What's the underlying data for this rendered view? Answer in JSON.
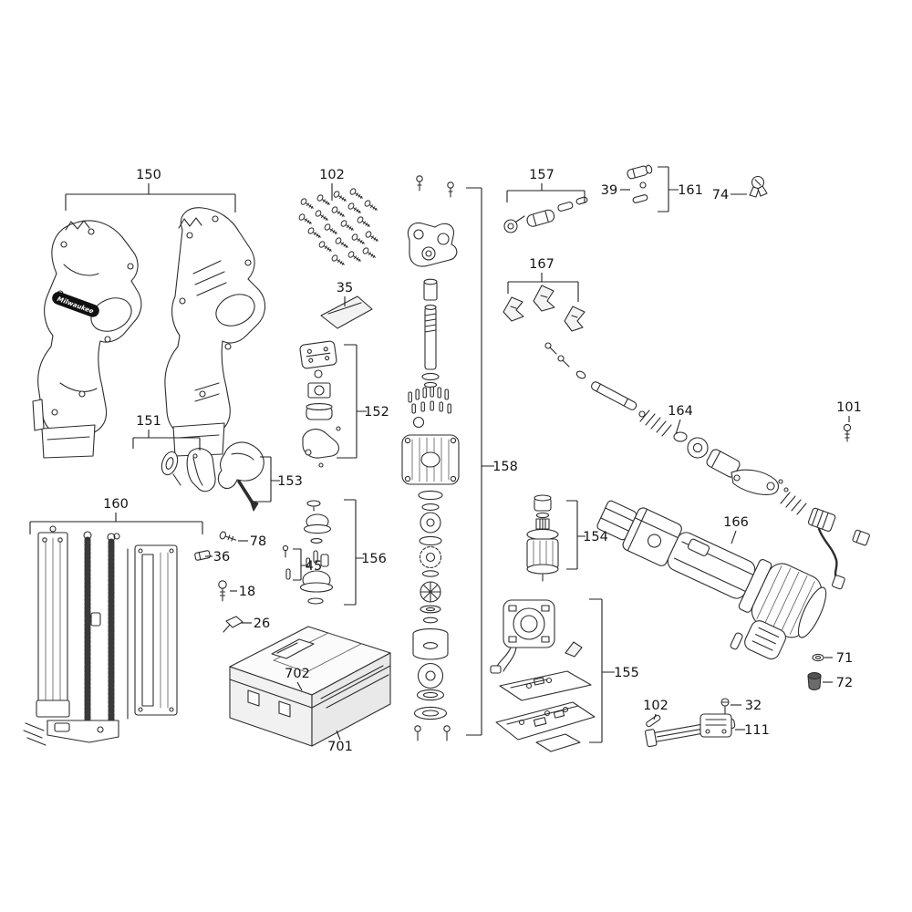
{
  "brand": {
    "logo_text": "Milwaukee",
    "badge_bg": "#101010"
  },
  "labels": {
    "l150": "150",
    "l102_top": "102",
    "l157": "157",
    "l39": "39",
    "l161": "161",
    "l74": "74",
    "l35": "35",
    "l167": "167",
    "l152": "152",
    "l151": "151",
    "l153": "153",
    "l158": "158",
    "l164": "164",
    "l101": "101",
    "l160": "160",
    "l78": "78",
    "l36": "36",
    "l45": "45",
    "l156": "156",
    "l154": "154",
    "l166": "166",
    "l18": "18",
    "l26": "26",
    "l155": "155",
    "l71": "71",
    "l72": "72",
    "l702": "702",
    "l701": "701",
    "l102_bottom": "102",
    "l32": "32",
    "l111": "111"
  }
}
